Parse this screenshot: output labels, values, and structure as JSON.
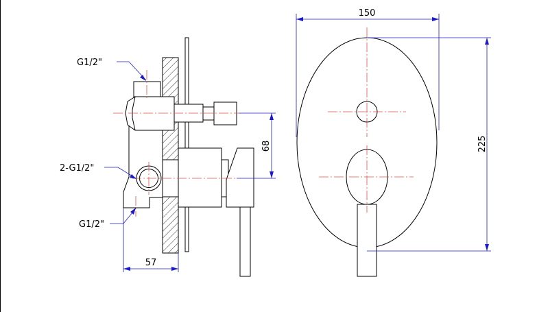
{
  "drawing": {
    "side_view": {
      "labels": {
        "top_inlet": "G1/2\"",
        "side_outlets": "2-G1/2\"",
        "bottom_outlet": "G1/2\""
      },
      "dimensions": {
        "depth": "57",
        "center_distance": "68"
      }
    },
    "front_view": {
      "dimensions": {
        "width": "150",
        "height": "225"
      }
    },
    "colors": {
      "outline": "#000000",
      "centerline": "#e0504a",
      "dimension": "#1a1acc"
    }
  }
}
